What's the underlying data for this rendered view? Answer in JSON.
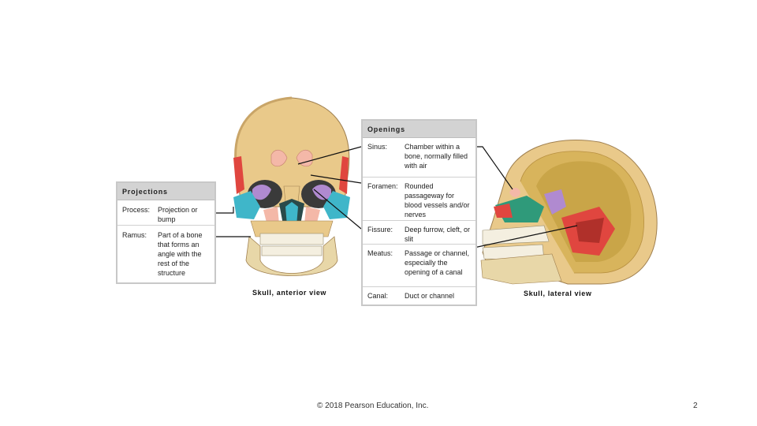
{
  "projections": {
    "title": "Projections",
    "rows": [
      {
        "term": "Process:",
        "definition": "Projection or bump"
      },
      {
        "term": "Ramus:",
        "definition": "Part of a bone that forms an angle with the rest of the structure"
      }
    ]
  },
  "openings": {
    "title": "Openings",
    "rows": [
      {
        "term": "Sinus:",
        "definition": "Chamber within a bone, normally filled with air"
      },
      {
        "term": "Foramen:",
        "definition": "Rounded passageway for blood vessels and/or nerves"
      },
      {
        "term": "Fissure:",
        "definition": "Deep furrow, cleft, or slit"
      },
      {
        "term": "Meatus:",
        "definition": "Passage or channel, especially the opening of a canal"
      },
      {
        "term": "Canal:",
        "definition": "Duct or channel"
      }
    ]
  },
  "captions": {
    "anterior": "Skull, anterior view",
    "lateral": "Skull, lateral view"
  },
  "footer": {
    "copyright": "© 2018 Pearson Education, Inc.",
    "page_number": "2"
  },
  "colors": {
    "bone": "#e9c98a",
    "sinus": "#f4b8a8",
    "maxilla": "#3fb6c9",
    "sphenoid": "#b08ad0",
    "temporal": "#e0463f",
    "mandible": "#e8d7a8",
    "table_header": "#d3d3d3"
  }
}
